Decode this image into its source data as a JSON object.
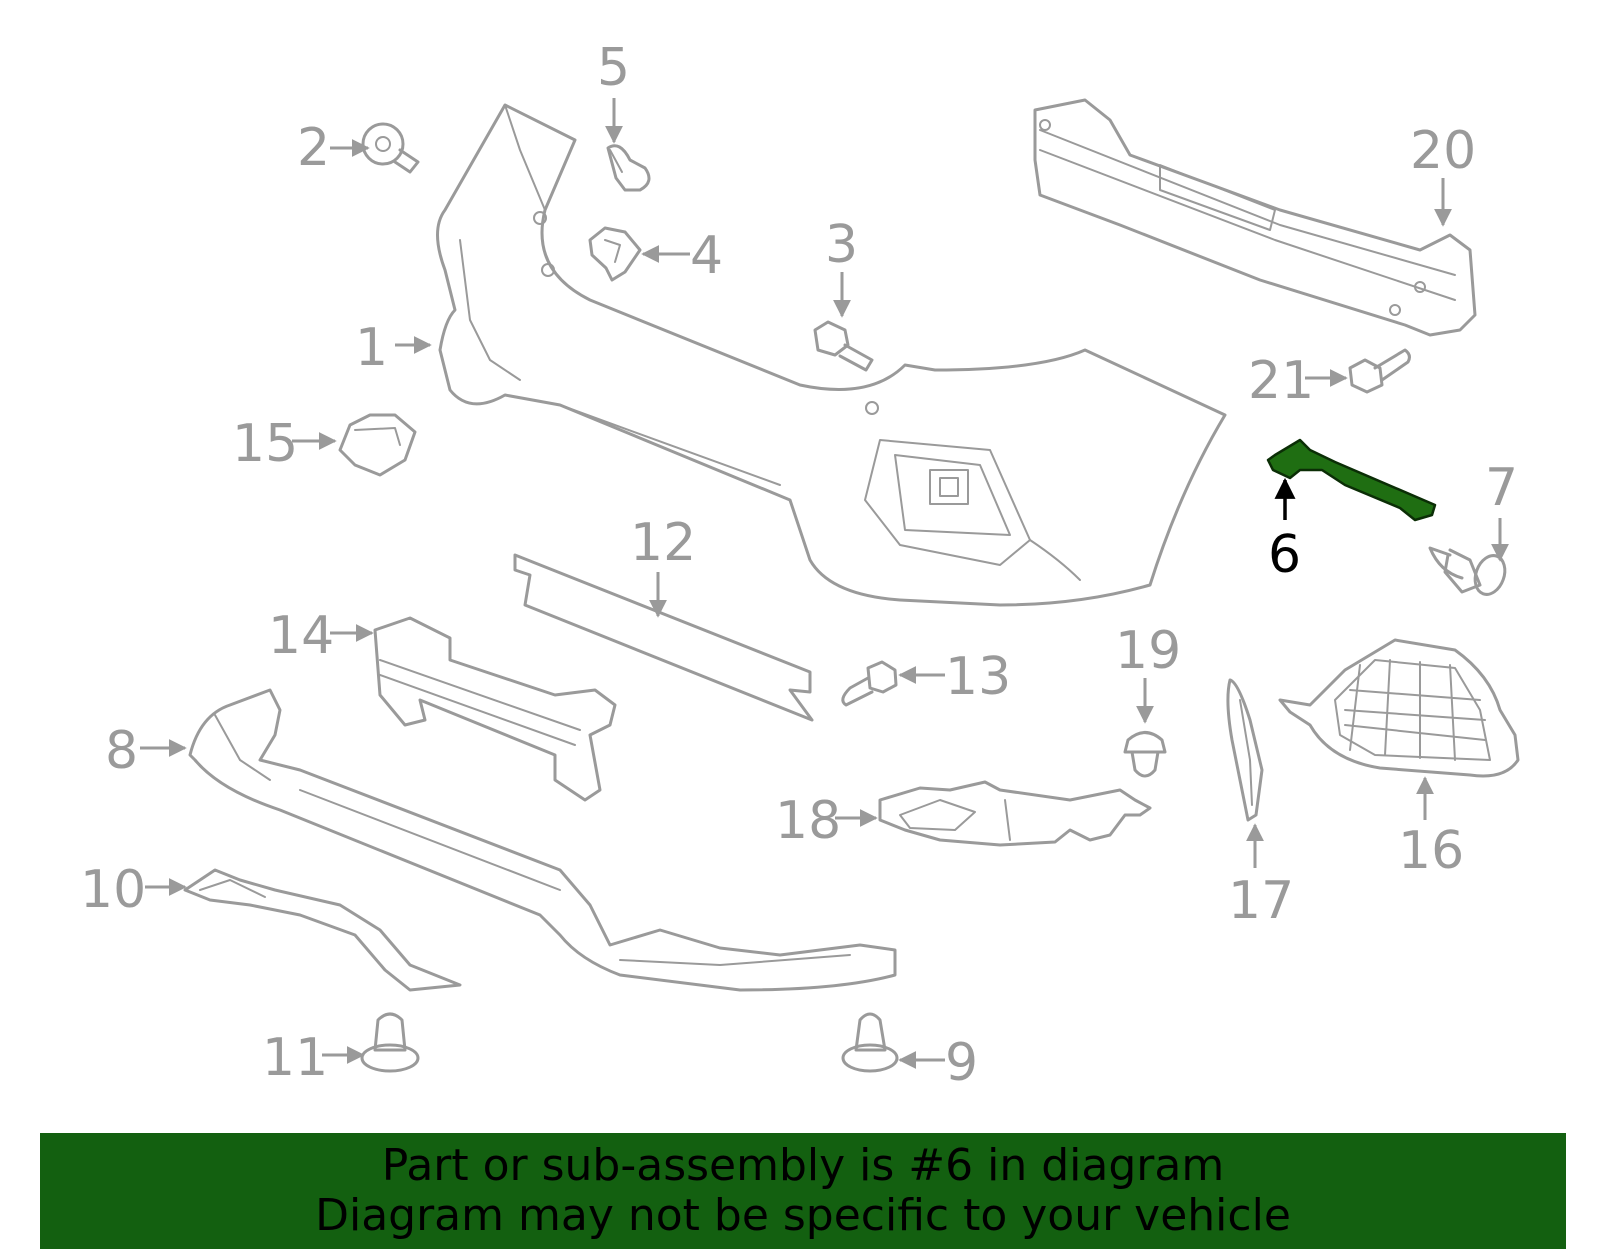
{
  "colors": {
    "part_outline": "#9a9a9a",
    "highlight_fill": "#1f6e12",
    "highlight_outline": "#0b2e06",
    "caption_background": "#136010",
    "caption_text": "#000000"
  },
  "highlighted_part": "6",
  "callouts": [
    {
      "id": "1",
      "label": "1"
    },
    {
      "id": "2",
      "label": "2"
    },
    {
      "id": "3",
      "label": "3"
    },
    {
      "id": "4",
      "label": "4"
    },
    {
      "id": "5",
      "label": "5"
    },
    {
      "id": "6",
      "label": "6"
    },
    {
      "id": "7",
      "label": "7"
    },
    {
      "id": "8",
      "label": "8"
    },
    {
      "id": "9",
      "label": "9"
    },
    {
      "id": "10",
      "label": "10"
    },
    {
      "id": "11",
      "label": "11"
    },
    {
      "id": "12",
      "label": "12"
    },
    {
      "id": "13",
      "label": "13"
    },
    {
      "id": "14",
      "label": "14"
    },
    {
      "id": "15",
      "label": "15"
    },
    {
      "id": "16",
      "label": "16"
    },
    {
      "id": "17",
      "label": "17"
    },
    {
      "id": "18",
      "label": "18"
    },
    {
      "id": "19",
      "label": "19"
    },
    {
      "id": "20",
      "label": "20"
    },
    {
      "id": "21",
      "label": "21"
    }
  ],
  "caption": {
    "line1": "Part or sub-assembly is #6 in diagram",
    "line2": "Diagram may not be specific to your vehicle"
  }
}
